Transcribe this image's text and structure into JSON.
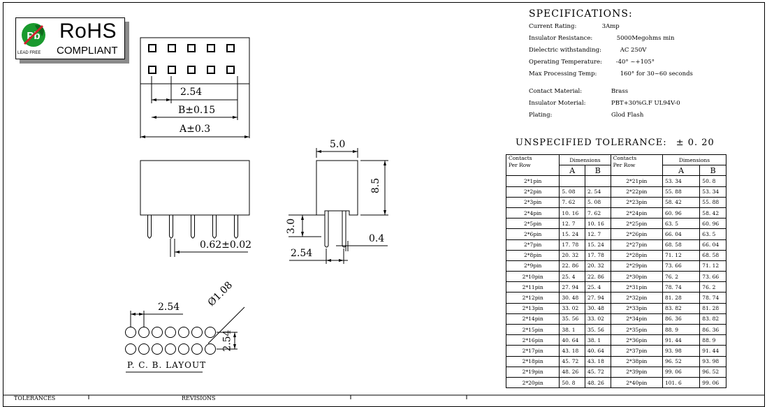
{
  "logo": {
    "main": "RoHS",
    "sub": "COMPLIANT",
    "small": "LEAD FREE",
    "mark_letter": "Pb",
    "colors": {
      "green": "#1a9a2e",
      "red": "#d0202a"
    }
  },
  "specifications": {
    "title": "SPECIFICATIONS:",
    "items": [
      {
        "key": "Current Rating:",
        "value": "3Amp"
      },
      {
        "key": "Insulator Resistance:",
        "value": "5000Megohms min"
      },
      {
        "key": "Dielectric withstanding:",
        "value": "AC 250V"
      },
      {
        "key": "Operating Temperature:",
        "value": "-40° ~+105°"
      },
      {
        "key": "Max  Processing Temp:",
        "value": "160° for 30~60 seconds"
      }
    ],
    "materials": [
      {
        "key": "Contact  Material:",
        "value": "Brass"
      },
      {
        "key": "Insulator Moterial:",
        "value": "PBT+30%G.F  UL94V-0"
      },
      {
        "key": "Plating:",
        "value": "Glod  Flash"
      }
    ]
  },
  "tolerance": {
    "label": "UNSPECIFIED  TOLERANCE:",
    "value": "± 0. 20"
  },
  "dim_table": {
    "h_contacts": "Contacts",
    "h_per_row": "Per Row",
    "h_dimensions": "Dimensions",
    "h_a": "A",
    "h_b": "B",
    "left": [
      [
        "2*1pin",
        "",
        ""
      ],
      [
        "2*2pin",
        "5. 08",
        "2. 54"
      ],
      [
        "2*3pin",
        "7. 62",
        "5. 08"
      ],
      [
        "2*4pin",
        "10. 16",
        "7. 62"
      ],
      [
        "2*5pin",
        "12. 7",
        "10. 16"
      ],
      [
        "2*6pin",
        "15. 24",
        "12. 7"
      ],
      [
        "2*7pin",
        "17. 78",
        "15. 24"
      ],
      [
        "2*8pin",
        "20. 32",
        "17. 78"
      ],
      [
        "2*9pin",
        "22. 86",
        "20. 32"
      ],
      [
        "2*10pin",
        "25. 4",
        "22. 86"
      ],
      [
        "2*11pin",
        "27. 94",
        "25. 4"
      ],
      [
        "2*12pin",
        "30. 48",
        "27. 94"
      ],
      [
        "2*13pin",
        "33. 02",
        "30. 48"
      ],
      [
        "2*14pin",
        "35. 56",
        "33. 02"
      ],
      [
        "2*15pin",
        "38. 1",
        "35. 56"
      ],
      [
        "2*16pin",
        "40. 64",
        "38. 1"
      ],
      [
        "2*17pin",
        "43. 18",
        "40. 64"
      ],
      [
        "2*18pin",
        "45. 72",
        "43. 18"
      ],
      [
        "2*19pin",
        "48. 26",
        "45. 72"
      ],
      [
        "2*20pin",
        "50. 8",
        "48. 26"
      ]
    ],
    "right": [
      [
        "2*21pin",
        "53. 34",
        "50. 8"
      ],
      [
        "2*22pin",
        "55. 88",
        "53. 34"
      ],
      [
        "2*23pin",
        "58. 42",
        "55. 88"
      ],
      [
        "2*24pin",
        "60. 96",
        "58. 42"
      ],
      [
        "2*25pin",
        "63. 5",
        "60. 96"
      ],
      [
        "2*26pin",
        "66. 04",
        "63. 5"
      ],
      [
        "2*27pin",
        "68. 58",
        "66. 04"
      ],
      [
        "2*28pin",
        "71. 12",
        "68. 58"
      ],
      [
        "2*29pin",
        "73. 66",
        "71. 12"
      ],
      [
        "2*30pin",
        "76. 2",
        "73. 66"
      ],
      [
        "2*31pin",
        "78. 74",
        "76. 2"
      ],
      [
        "2*32pin",
        "81. 28",
        "78. 74"
      ],
      [
        "2*33pin",
        "83. 82",
        "81. 28"
      ],
      [
        "2*34pin",
        "86. 36",
        "83. 82"
      ],
      [
        "2*35pin",
        "88. 9",
        "86. 36"
      ],
      [
        "2*36pin",
        "91. 44",
        "88. 9"
      ],
      [
        "2*37pin",
        "93. 98",
        "91. 44"
      ],
      [
        "2*38pin",
        "96. 52",
        "93. 98"
      ],
      [
        "2*39pin",
        "99. 06",
        "96. 52"
      ],
      [
        "2*40pin",
        "101. 6",
        "99. 06"
      ]
    ]
  },
  "drawing": {
    "pitch": "2.54",
    "dim_b": "B±0.15",
    "dim_a": "A±0.3",
    "width": "5.0",
    "height": "8.5",
    "pin_len": "3.0",
    "pin_dia": "0.62±0.02",
    "pin_thk": "0.4",
    "side_pitch": "2.54",
    "pcb_pitch": "2.54",
    "pcb_hole": "Ø1.08",
    "pcb_row": "2.54",
    "pcb_title": "P. C. B.  LAYOUT"
  },
  "footer": {
    "left": "TOLERANCES",
    "mid": "REVISIONS"
  }
}
